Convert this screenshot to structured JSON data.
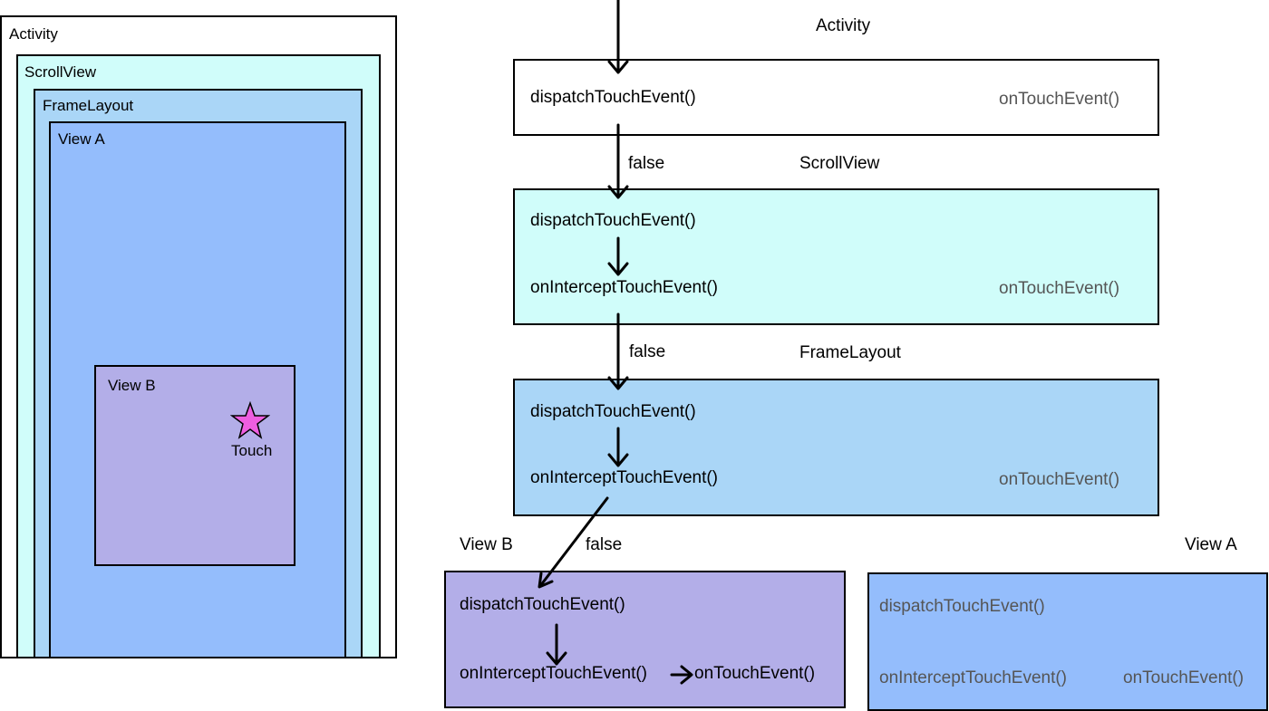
{
  "colors": {
    "activity": "#ffffff",
    "scrollview": "#d0fdfa",
    "framelayout": "#aad6f7",
    "viewa": "#94bdfc",
    "viewb": "#b3aee8",
    "star": "#ee5ee0",
    "inactive_text": "#555555"
  },
  "layout_diagram": {
    "activity": "Activity",
    "scrollview": "ScrollView",
    "framelayout": "FrameLayout",
    "view_a": "View A",
    "view_b": "View B",
    "touch": "Touch",
    "touch_icon": "star-icon"
  },
  "flow": {
    "activity": {
      "title": "Activity",
      "dispatch": "dispatchTouchEvent()",
      "ontouch": "onTouchEvent()"
    },
    "edge1_label": "false",
    "scrollview": {
      "title": "ScrollView",
      "dispatch": "dispatchTouchEvent()",
      "intercept": "onInterceptTouchEvent()",
      "ontouch": "onTouchEvent()"
    },
    "edge2_label": "false",
    "framelayout": {
      "title": "FrameLayout",
      "dispatch": "dispatchTouchEvent()",
      "intercept": "onInterceptTouchEvent()",
      "ontouch": "onTouchEvent()"
    },
    "edge3_label": "false",
    "view_b": {
      "title": "View B",
      "dispatch": "dispatchTouchEvent()",
      "intercept": "onInterceptTouchEvent()",
      "ontouch": "onTouchEvent()"
    },
    "view_a": {
      "title": "View A",
      "dispatch": "dispatchTouchEvent()",
      "intercept": "onInterceptTouchEvent()",
      "ontouch": "onTouchEvent()"
    }
  }
}
